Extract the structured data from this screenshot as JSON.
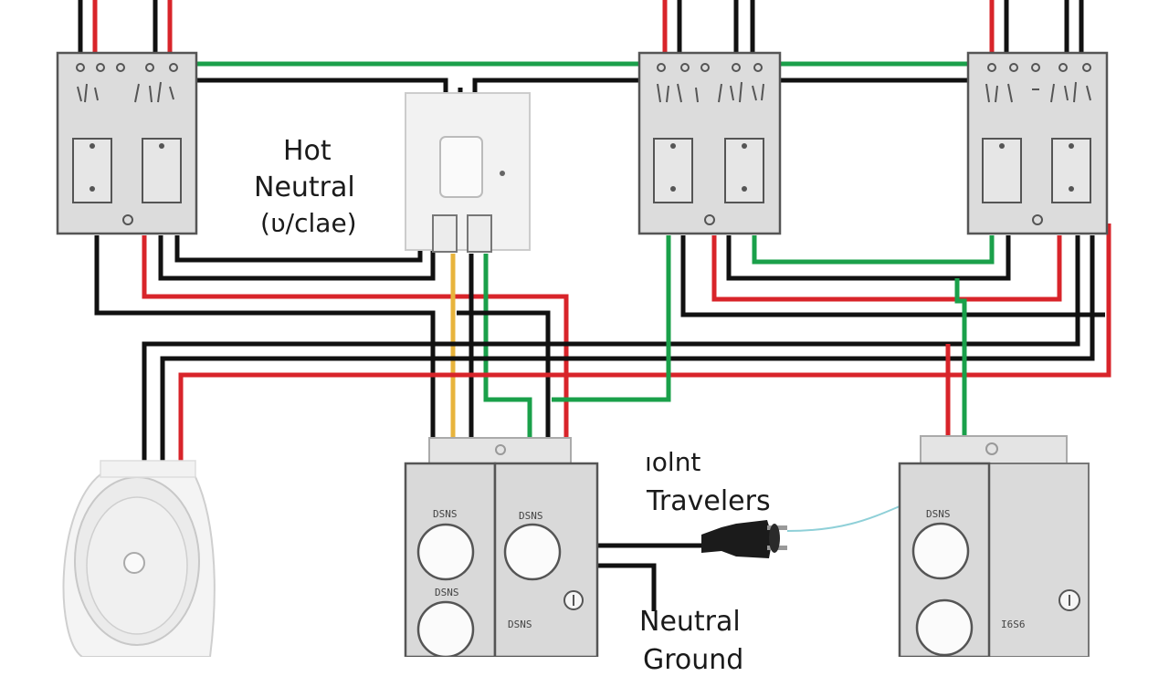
{
  "labels": {
    "hot": "Hot",
    "neutral_top": "Neutral",
    "ground_top": "(ʋ/clae)",
    "iolnt": "ıolnt",
    "travelers": "Travelers",
    "neutral_bottom": "Neutral",
    "ground_bottom": "Ground"
  },
  "outlet_codes": {
    "left_top": "DSNS",
    "left_bottom": "DSNS",
    "mid_top": "DSNS",
    "mid_side": "DSNS",
    "right_top": "DSNS",
    "right_side": "I6S6"
  },
  "wire_colors": {
    "hot": "#d8242a",
    "neutral": "#111111",
    "ground": "#1aa04a",
    "traveler": "#e8b43c",
    "accent": "#8fd0d8"
  }
}
